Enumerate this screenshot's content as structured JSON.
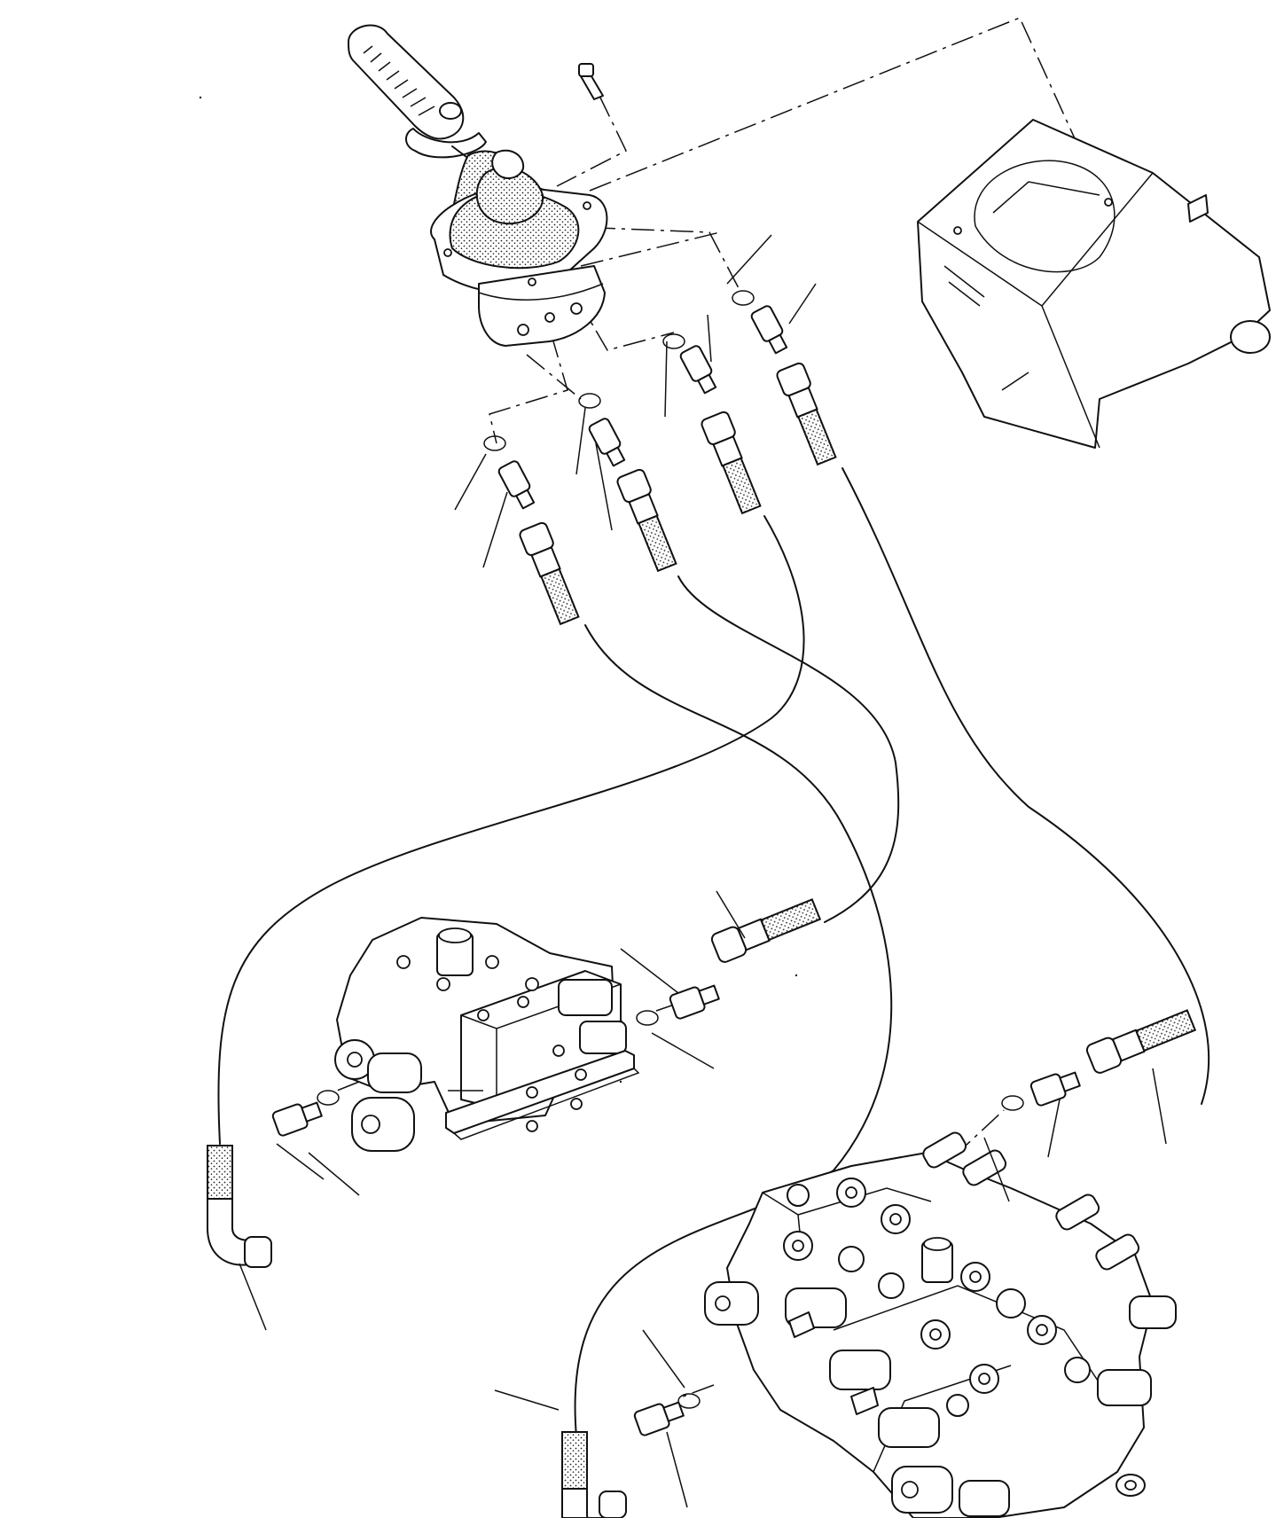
{
  "diagram": {
    "parts": [
      {
        "name": "joystick-handle"
      },
      {
        "name": "pilot-control-valve"
      },
      {
        "name": "mounting-bracket"
      },
      {
        "name": "main-control-valve-upper"
      },
      {
        "name": "main-control-valve-lower"
      }
    ],
    "hoses": 4,
    "callout_lines": 23
  }
}
